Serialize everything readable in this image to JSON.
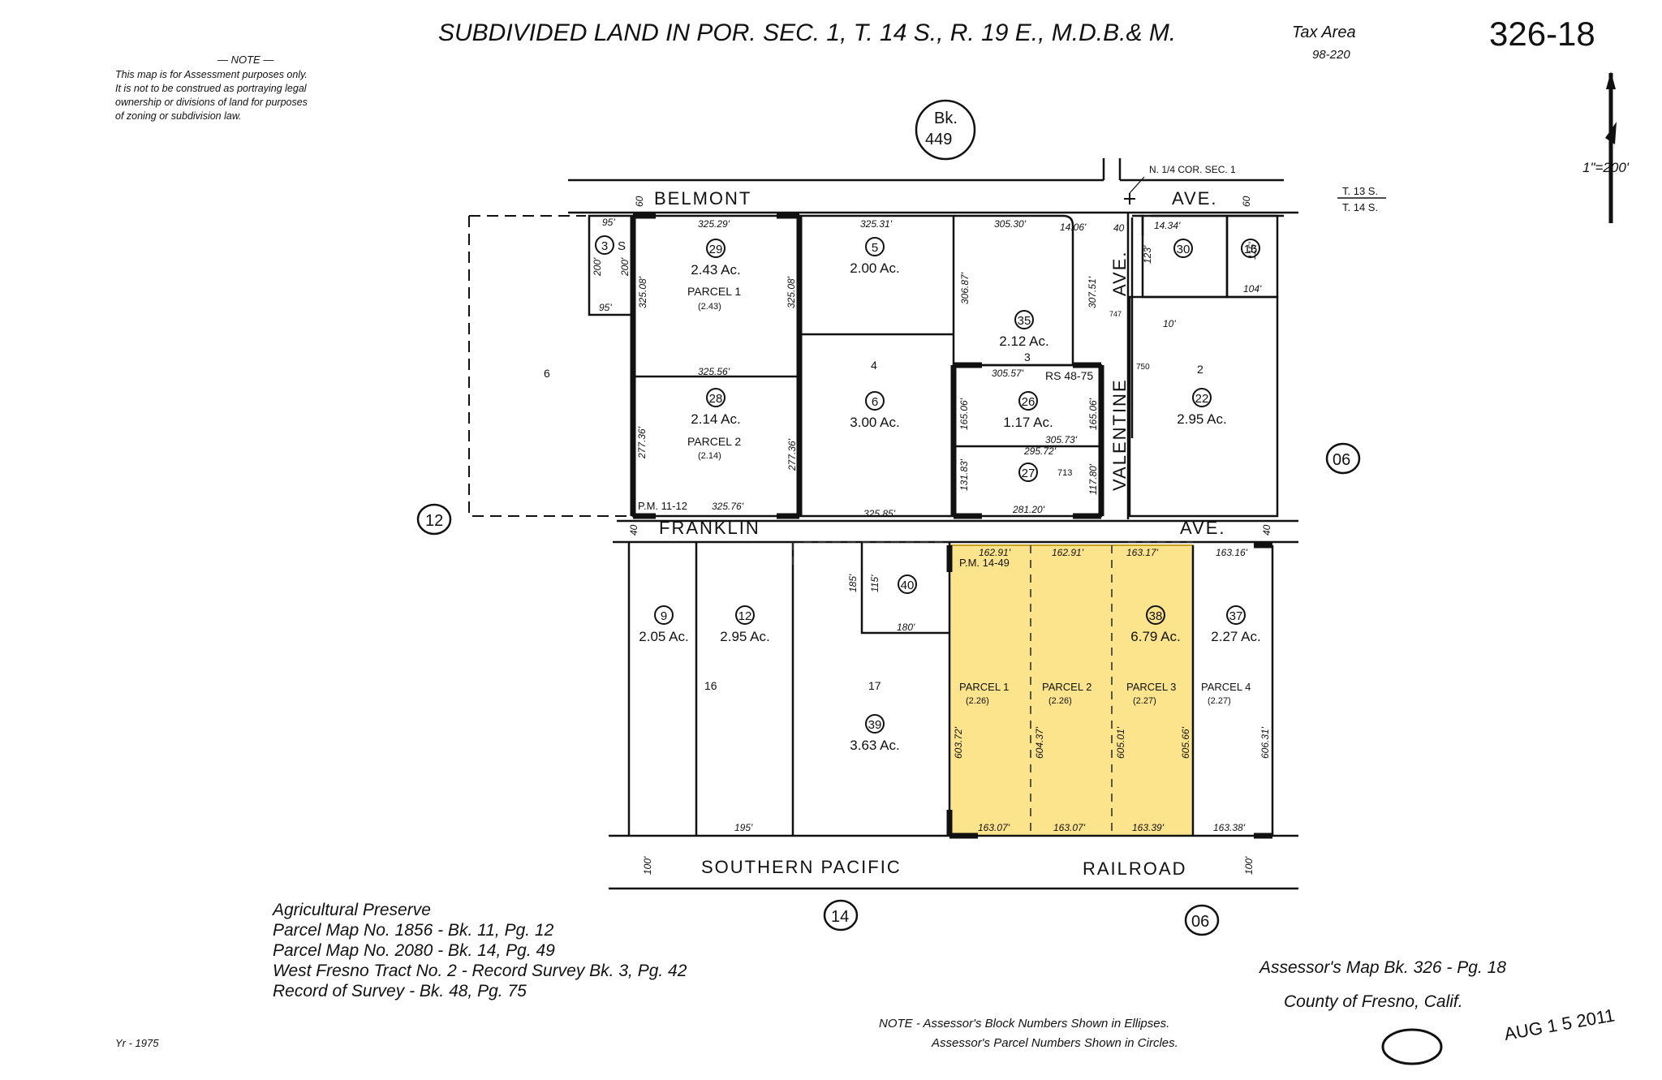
{
  "header": {
    "title": "SUBDIVIDED LAND IN POR. SEC. 1, T. 14 S., R. 19 E., M.D.B.& M.",
    "tax_area_label": "Tax Area",
    "tax_area_value": "98-220",
    "map_number": "326-18",
    "scale": "1\"=200'"
  },
  "note": {
    "heading": "— NOTE —",
    "lines": [
      "This map is for Assessment purposes only.",
      "It is not to be construed as portraying legal",
      "ownership or divisions of land for purposes",
      "of zoning or subdivision law."
    ]
  },
  "book_ref": {
    "line1": "Bk.",
    "line2": "449"
  },
  "corner_label": "N. 1/4 COR. SEC. 1",
  "township": {
    "upper": "T. 13 S.",
    "lower": "T. 14 S."
  },
  "streets": {
    "belmont": "BELMONT",
    "belmont_ave": "AVE.",
    "franklin": "FRANKLIN",
    "franklin_ave": "AVE.",
    "valentine": "VALENTINE",
    "valentine_ave": "AVE.",
    "railroad_left": "SOUTHERN PACIFIC",
    "railroad_right": "RAILROAD"
  },
  "block_numbers": {
    "left": "12",
    "right_upper": "06",
    "bottom_left": "14",
    "bottom_right": "06"
  },
  "parcels": [
    {
      "num": "3",
      "extra": "S",
      "acres": ""
    },
    {
      "num": "29",
      "acres": "2.43 Ac.",
      "label": "PARCEL 1",
      "sub": "(2.43)"
    },
    {
      "num": "28",
      "acres": "2.14 Ac.",
      "label": "PARCEL 2",
      "sub": "(2.14)"
    },
    {
      "num": "5",
      "acres": "2.00 Ac."
    },
    {
      "num": "6",
      "acres": "3.00 Ac."
    },
    {
      "num": "35",
      "acres": "2.12 Ac."
    },
    {
      "num": "26",
      "acres": "1.17 Ac."
    },
    {
      "num": "27",
      "acres": ""
    },
    {
      "num": "30",
      "acres": ""
    },
    {
      "num": "16",
      "acres": ""
    },
    {
      "num": "22",
      "acres": "2.95 Ac."
    },
    {
      "num": "9",
      "acres": "2.05 Ac."
    },
    {
      "num": "12",
      "acres": "2.95 Ac."
    },
    {
      "num": "40",
      "acres": ""
    },
    {
      "num": "39",
      "acres": "3.63 Ac."
    },
    {
      "num": "38",
      "acres": "6.79 Ac."
    },
    {
      "num": "37",
      "acres": "2.27 Ac."
    }
  ],
  "parcel_map_labels": {
    "p1": "PARCEL 1",
    "p1_sub": "(2.26)",
    "p2": "PARCEL 2",
    "p2_sub": "(2.26)",
    "p3": "PARCEL 3",
    "p3_sub": "(2.27)",
    "p4": "PARCEL 4",
    "p4_sub": "(2.27)"
  },
  "lot_numbers": {
    "l6": "6",
    "l4": "4",
    "l3": "3",
    "l2": "2",
    "l16": "16",
    "l17": "17"
  },
  "refs": {
    "rs": "RS 48-75",
    "pm11": "P.M. 11-12",
    "pm14": "P.M. 14-49",
    "n713": "713",
    "n750": "750",
    "n747": "747"
  },
  "dims": {
    "d1": "325.29'",
    "d2": "325.31'",
    "d3": "305.30'",
    "d4": "325.56'",
    "d5": "305.57'",
    "d6": "305.73'",
    "d7": "295.72'",
    "d8": "325.76'",
    "d9": "325.85'",
    "d10": "281.20'",
    "d11": "162.91'",
    "d12": "162.91'",
    "d13": "163.17'",
    "d14": "163.16'",
    "d15": "163.07'",
    "d16": "163.07'",
    "d17": "163.39'",
    "d18": "163.38'",
    "d19": "195'",
    "d20": "180'",
    "d21": "100'",
    "d22": "100'",
    "d23": "14.34'",
    "d24": "14.06'",
    "d25": "10'",
    "d26": "104'",
    "d27": "95'",
    "d28": "95'",
    "d29": "200'",
    "d30": "200'",
    "v1": "325.08'",
    "v2": "325.08'",
    "v3": "306.87'",
    "v4": "307.51'",
    "v5": "277.36'",
    "v6": "277.36'",
    "v7": "165.06'",
    "v8": "165.06'",
    "v9": "131.83'",
    "v10": "117.80'",
    "v11": "603.72'",
    "v12": "604.37'",
    "v13": "605.01'",
    "v14": "605.66'",
    "v15": "606.31'",
    "v16": "115'",
    "v17": "185'",
    "v18": "115'",
    "v19": "123'",
    "s40": "40",
    "s60": "60",
    "s40b": "40",
    "s60b": "60",
    "s40c": "40"
  },
  "references": [
    "Agricultural Preserve",
    "Parcel Map No. 1856 - Bk. 11, Pg. 12",
    "Parcel Map No. 2080 - Bk. 14, Pg. 49",
    "West Fresno Tract No. 2 - Record Survey Bk. 3, Pg. 42",
    "Record of Survey - Bk. 48, Pg. 75"
  ],
  "footer": {
    "year": "Yr - 1975",
    "note1": "NOTE - Assessor's Block Numbers Shown in Ellipses.",
    "note2": "Assessor's Parcel Numbers Shown in Circles.",
    "assessor": "Assessor's Map Bk. 326 - Pg. 18",
    "county": "County of Fresno, Calif.",
    "stamp": "AUG 1 5 2011"
  },
  "colors": {
    "highlight": "#fce48d",
    "ink": "#111111"
  }
}
